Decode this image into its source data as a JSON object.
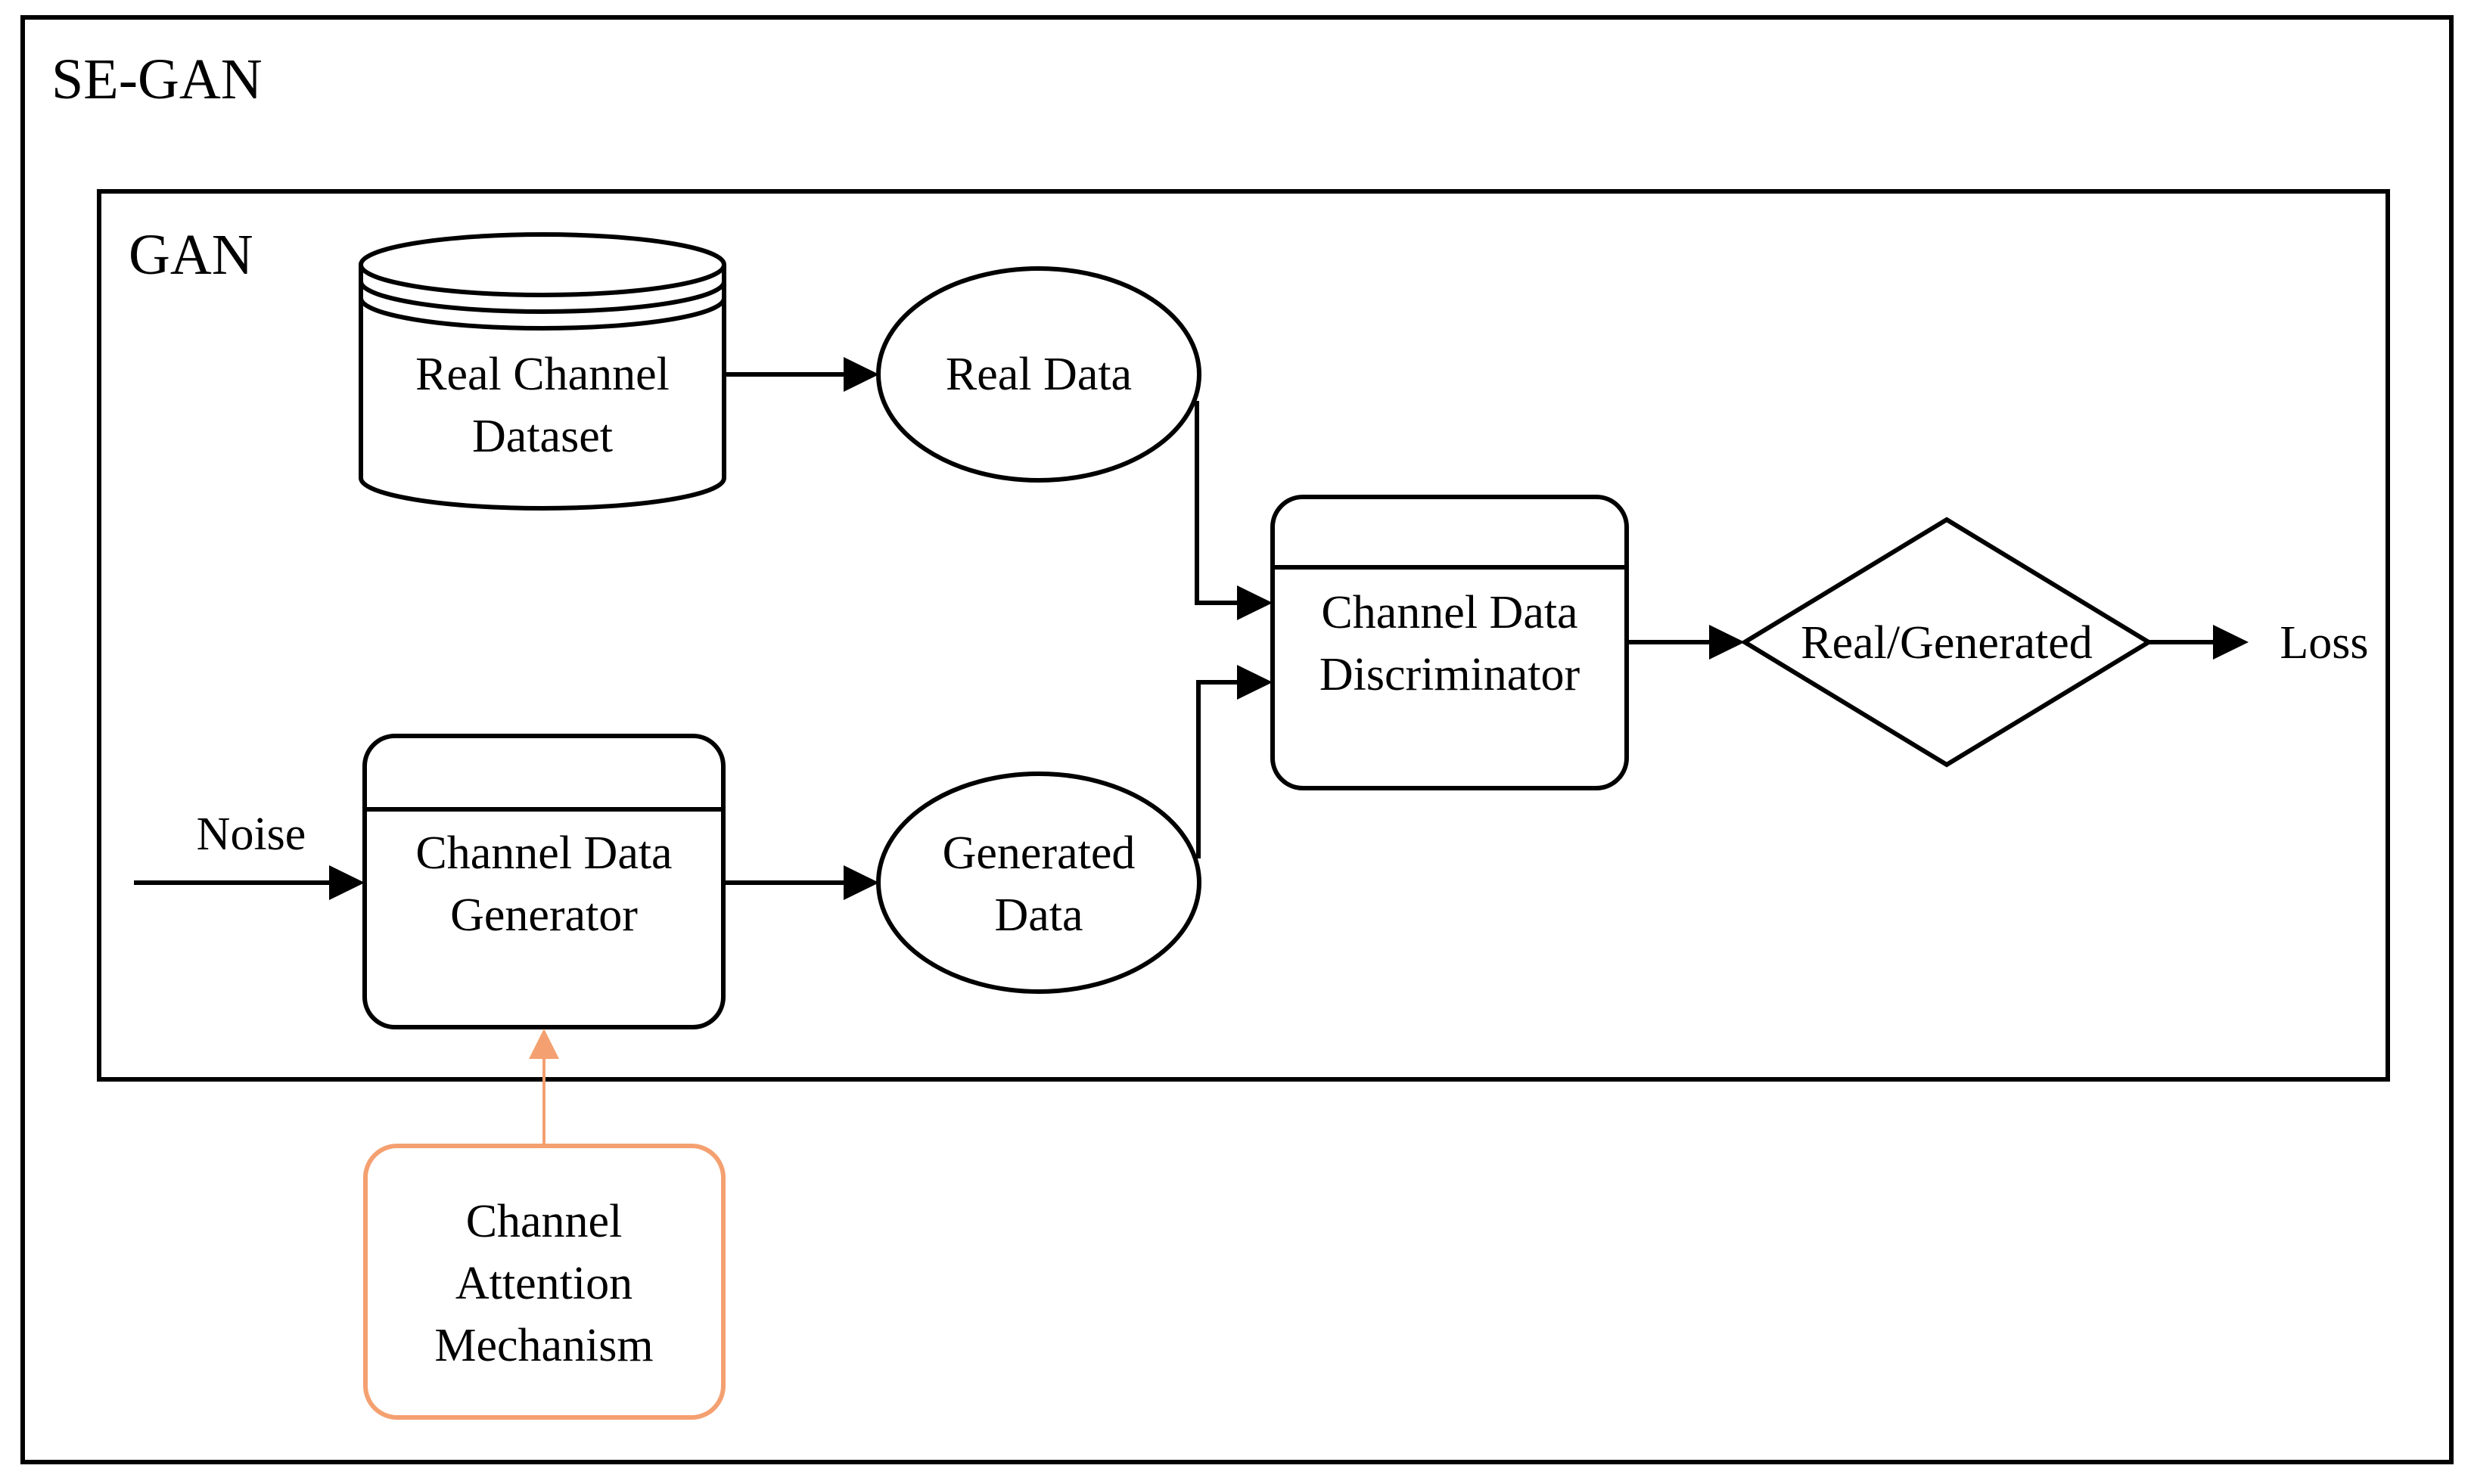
{
  "outer_frame": {
    "title": "SE-GAN"
  },
  "inner_frame": {
    "title": "GAN"
  },
  "nodes": {
    "real_dataset": {
      "lines": [
        "Real Channel",
        "Dataset"
      ]
    },
    "real_data": {
      "lines": [
        "Real Data"
      ]
    },
    "generator": {
      "lines": [
        "Channel Data",
        "Generator"
      ]
    },
    "generated_data": {
      "lines": [
        "Generated",
        "Data"
      ]
    },
    "discriminator": {
      "lines": [
        "Channel Data",
        "Discriminator"
      ]
    },
    "decision": {
      "lines": [
        "Real/Generated"
      ]
    },
    "attention": {
      "lines": [
        "Channel",
        "Attention",
        "Mechanism"
      ]
    }
  },
  "labels": {
    "noise": "Noise",
    "loss": "Loss"
  },
  "colors": {
    "line": "#000000",
    "attention_accent": "#F4A070"
  }
}
